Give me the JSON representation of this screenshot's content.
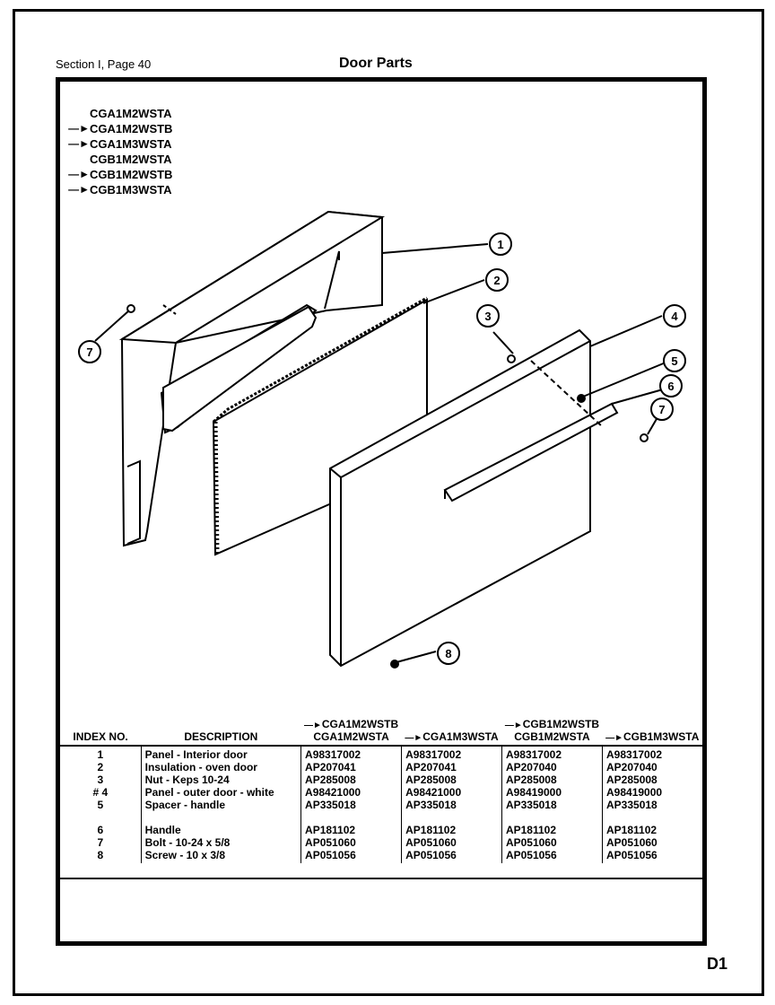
{
  "header": {
    "section_label": "Section I, Page 40",
    "title": "Door Parts"
  },
  "page_code": "D1",
  "models": [
    {
      "name": "CGA1M2WSTA",
      "arrow": false
    },
    {
      "name": "CGA1M2WSTB",
      "arrow": true
    },
    {
      "name": "CGA1M3WSTA",
      "arrow": true
    },
    {
      "name": "CGB1M2WSTA",
      "arrow": false
    },
    {
      "name": "CGB1M2WSTB",
      "arrow": true
    },
    {
      "name": "CGB1M3WSTA",
      "arrow": true
    }
  ],
  "callouts": [
    "1",
    "2",
    "3",
    "4",
    "5",
    "6",
    "7",
    "7",
    "8"
  ],
  "table": {
    "headers": {
      "index": "INDEX NO.",
      "description": "DESCRIPTION",
      "col1_top": "CGA1M2WSTB",
      "col1_bottom": "CGA1M2WSTA",
      "col2": "CGA1M3WSTA",
      "col3_top": "CGB1M2WSTB",
      "col3_bottom": "CGB1M2WSTA",
      "col4": "CGB1M3WSTA"
    },
    "group1": [
      {
        "index": "1",
        "desc": "Panel - Interior door",
        "p1": "A98317002",
        "p2": "A98317002",
        "p3": "A98317002",
        "p4": "A98317002"
      },
      {
        "index": "2",
        "desc": "Insulation - oven door",
        "p1": "AP207041",
        "p2": "AP207041",
        "p3": "AP207040",
        "p4": "AP207040"
      },
      {
        "index": "3",
        "desc": "Nut - Keps 10-24",
        "p1": "AP285008",
        "p2": "AP285008",
        "p3": "AP285008",
        "p4": "AP285008"
      },
      {
        "index": "# 4",
        "desc": "Panel - outer door - white",
        "p1": "A98421000",
        "p2": "A98421000",
        "p3": "A98419000",
        "p4": "A98419000"
      },
      {
        "index": "5",
        "desc": "Spacer - handle",
        "p1": "AP335018",
        "p2": "AP335018",
        "p3": "AP335018",
        "p4": "AP335018"
      }
    ],
    "group2": [
      {
        "index": "6",
        "desc": "Handle",
        "p1": "AP181102",
        "p2": "AP181102",
        "p3": "AP181102",
        "p4": "AP181102"
      },
      {
        "index": "7",
        "desc": "Bolt - 10-24 x 5/8",
        "p1": "AP051060",
        "p2": "AP051060",
        "p3": "AP051060",
        "p4": "AP051060"
      },
      {
        "index": "8",
        "desc": "Screw - 10 x 3/8",
        "p1": "AP051056",
        "p2": "AP051056",
        "p3": "AP051056",
        "p4": "AP051056"
      }
    ]
  }
}
